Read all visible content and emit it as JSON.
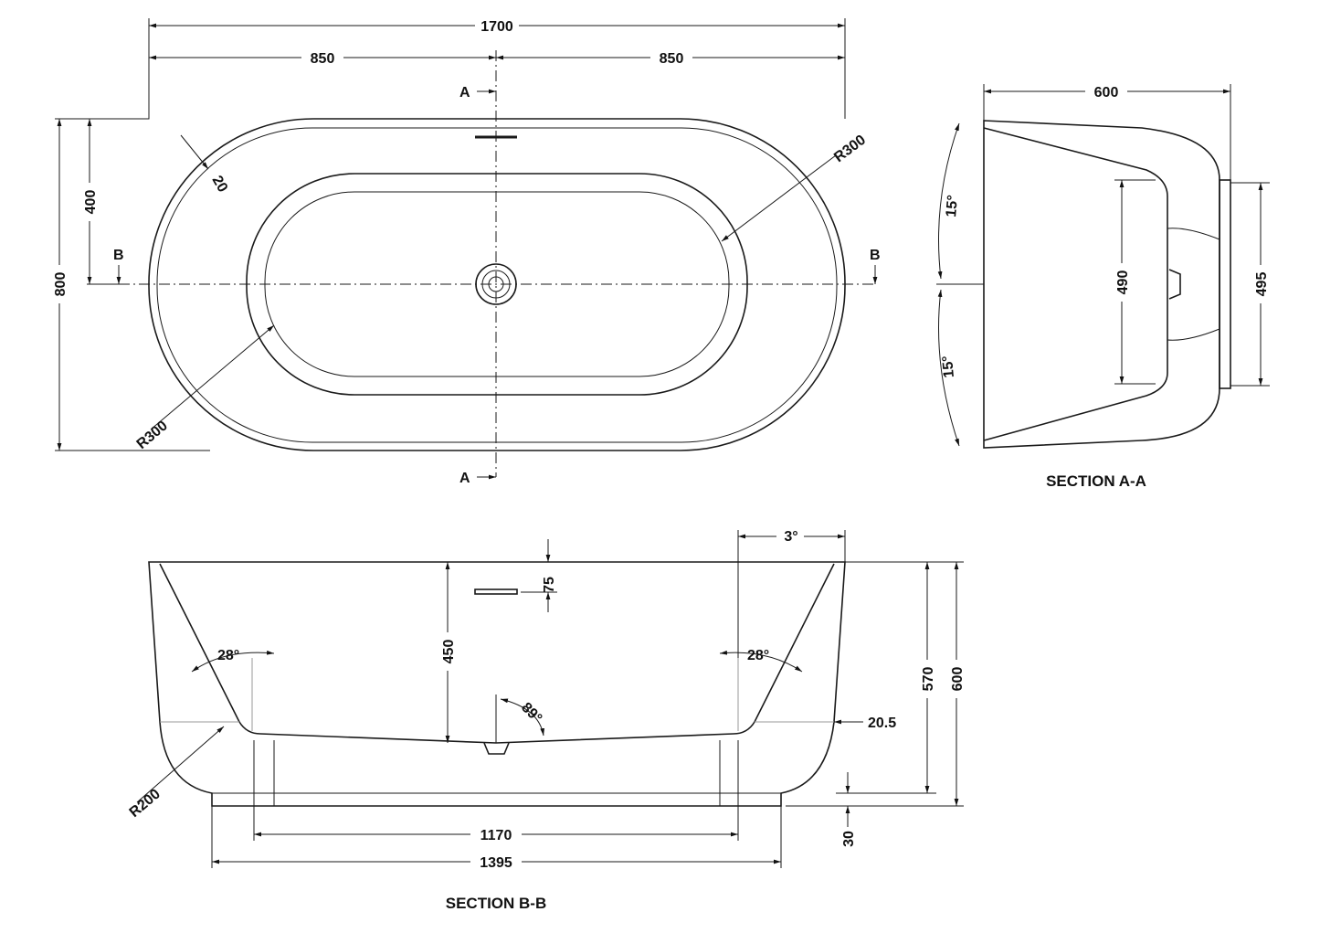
{
  "plan_view": {
    "dim_total_length": "1700",
    "dim_half_left": "850",
    "dim_half_right": "850",
    "dim_width": "800",
    "dim_half_width": "400",
    "dim_rim": "20",
    "radius_top": "R300",
    "radius_bottom": "R300",
    "section_a_top": "A",
    "section_a_bottom": "A",
    "section_b_left": "B",
    "section_b_right": "B"
  },
  "section_a": {
    "title": "SECTION A-A",
    "dim_depth": "600",
    "dim_inner": "490",
    "dim_outer": "495",
    "angle_top": "15°",
    "angle_bottom": "15°"
  },
  "section_b": {
    "title": "SECTION B-B",
    "angle_draft": "3°",
    "dim_overflow": "75",
    "dim_inner_depth": "450",
    "dim_depth_570": "570",
    "dim_height": "600",
    "angle_left": "28°",
    "angle_right": "28°",
    "angle_floor": "89°",
    "dim_floor": "20.5",
    "radius_corner": "R200",
    "dim_plinth": "30",
    "dim_base_inner": "1170",
    "dim_base_outer": "1395"
  },
  "colors": {
    "line": "#1a1a1a",
    "background": "#ffffff"
  }
}
